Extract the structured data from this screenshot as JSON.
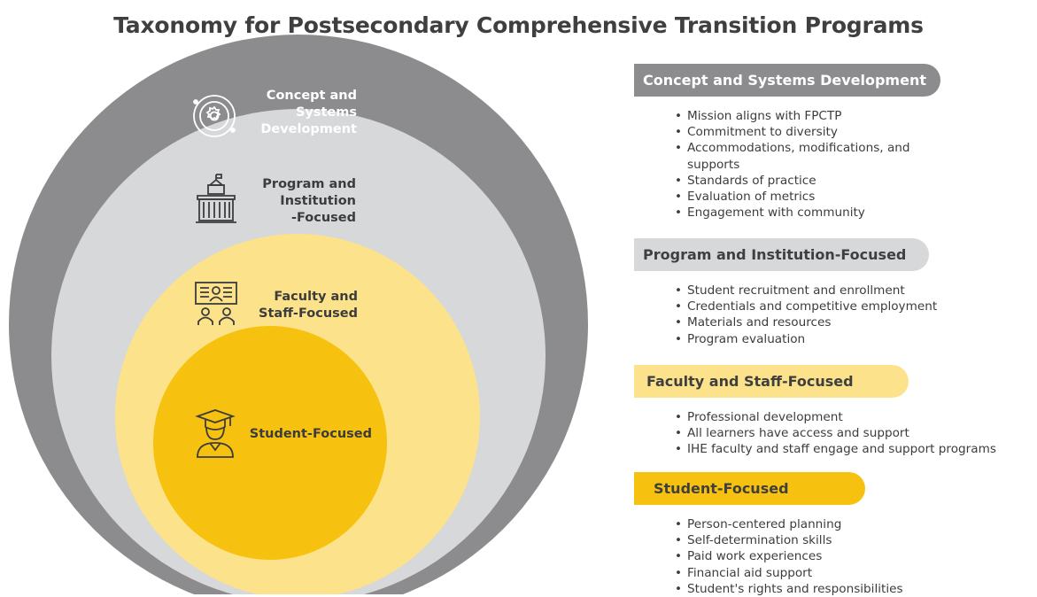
{
  "title": "Taxonomy for Postsecondary Comprehensive Transition Programs",
  "colors": {
    "outer_ring": "#8c8c8e",
    "program_ring": "#d7d8da",
    "faculty_ring": "#fce38b",
    "student_core": "#f7c20f",
    "text_dark": "#3c3c3c"
  },
  "diagram": {
    "rings": [
      {
        "icon": "gear-circle-icon",
        "label_lines": [
          "Concept and",
          "Systems",
          "Development"
        ]
      },
      {
        "icon": "university-building-icon",
        "label_lines": [
          "Program and",
          "Institution",
          "-Focused"
        ]
      },
      {
        "icon": "teacher-presentation-icon",
        "label_lines": [
          "Faculty and",
          "Staff-Focused"
        ]
      },
      {
        "icon": "graduate-student-icon",
        "label_lines": [
          "Student-Focused"
        ]
      }
    ]
  },
  "sections": [
    {
      "heading": "Concept and Systems Development",
      "items": [
        "Mission aligns with FPCTP",
        "Commitment to diversity",
        "Accommodations, modifications, and supports",
        "Standards of practice",
        "Evaluation of metrics",
        "Engagement with community"
      ]
    },
    {
      "heading": "Program and Institution-Focused",
      "items": [
        "Student recruitment and enrollment",
        "Credentials and competitive employment",
        "Materials and resources",
        "Program evaluation"
      ]
    },
    {
      "heading": "Faculty and Staff-Focused",
      "items": [
        "Professional development",
        "All learners have access and support",
        "IHE faculty and staff engage and support programs"
      ]
    },
    {
      "heading": "Student-Focused",
      "items": [
        "Person-centered planning",
        "Self-determination skills",
        "Paid work experiences",
        "Financial aid support",
        "Student's rights and responsibilities"
      ]
    }
  ]
}
